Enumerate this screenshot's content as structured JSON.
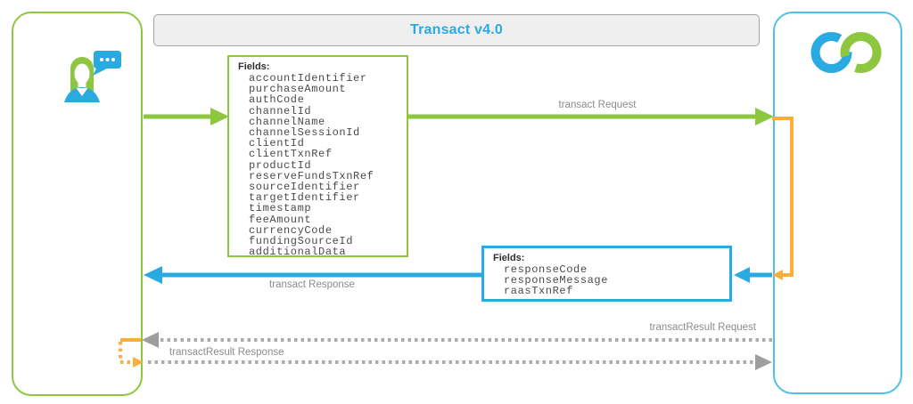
{
  "title": "Transact v4.0",
  "left_actor": {
    "icon": "person-chat-icon"
  },
  "right_actor": {
    "icon": "interlocking-rings-logo"
  },
  "request_box": {
    "heading": "Fields:",
    "fields": [
      "accountIdentifier",
      "purchaseAmount",
      "authCode",
      "channelId",
      "channelName",
      "channelSessionId",
      "clientId",
      "clientTxnRef",
      "productId",
      "reserveFundsTxnRef",
      "sourceIdentifier",
      "targetIdentifier",
      "timestamp",
      "feeAmount",
      "currencyCode",
      "fundingSourceId",
      "additionalData"
    ]
  },
  "response_box": {
    "heading": "Fields:",
    "fields": [
      "responseCode",
      "responseMessage",
      "raasTxnRef"
    ]
  },
  "messages": {
    "request": "transact Request",
    "response": "transact Response",
    "result_request": "transactResult Request",
    "result_response": "transactResult Response"
  },
  "colors": {
    "green": "#8DC63F",
    "cyan": "#29ABE2",
    "cyan_light": "#4FC1E9",
    "orange": "#FBAE3C",
    "dotted_gray": "#ABABAB",
    "label_gray": "#8C8C8C",
    "title_bg": "#EFEFEF"
  }
}
